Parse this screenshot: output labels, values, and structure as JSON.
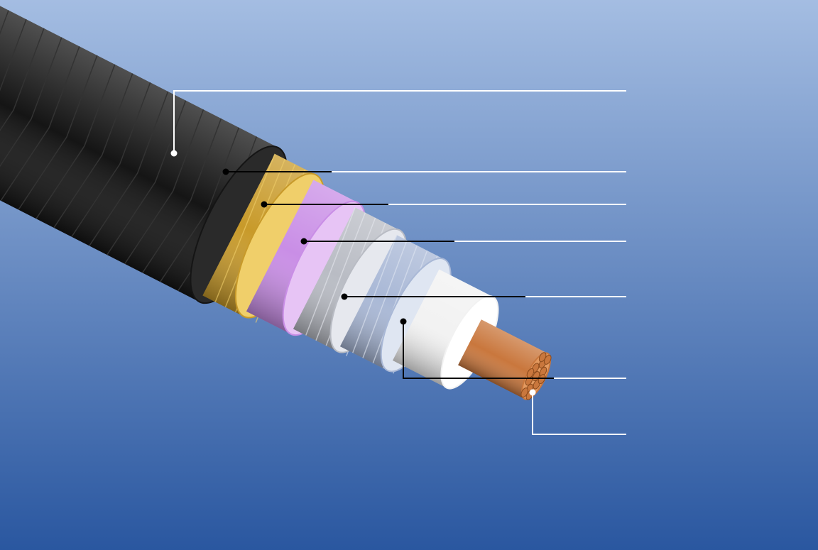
{
  "background": {
    "top": "#a4bde2",
    "bottom": "#2a57a0"
  },
  "layers": [
    {
      "id": "outer-jacket",
      "color": "#151515",
      "edge": "#2a2a2a"
    },
    {
      "id": "gold-tape",
      "color": "#c89a2a",
      "edge": "#f0cf6a"
    },
    {
      "id": "purple-insulation",
      "color": "#c98ee6",
      "edge": "#e7c4f5"
    },
    {
      "id": "braided-shield",
      "color": "#b9bcc4",
      "edge": "#e6e8ee"
    },
    {
      "id": "foil-shield",
      "color": "#a9b8d6",
      "edge": "#dfe6f2"
    },
    {
      "id": "white-dielectric",
      "color": "#f2f2f2",
      "edge": "#ffffff"
    },
    {
      "id": "copper-conductor",
      "color": "#c9773d",
      "edge": "#e39a60"
    }
  ],
  "callout_color": "#ffffff",
  "leader_color": "#000000"
}
